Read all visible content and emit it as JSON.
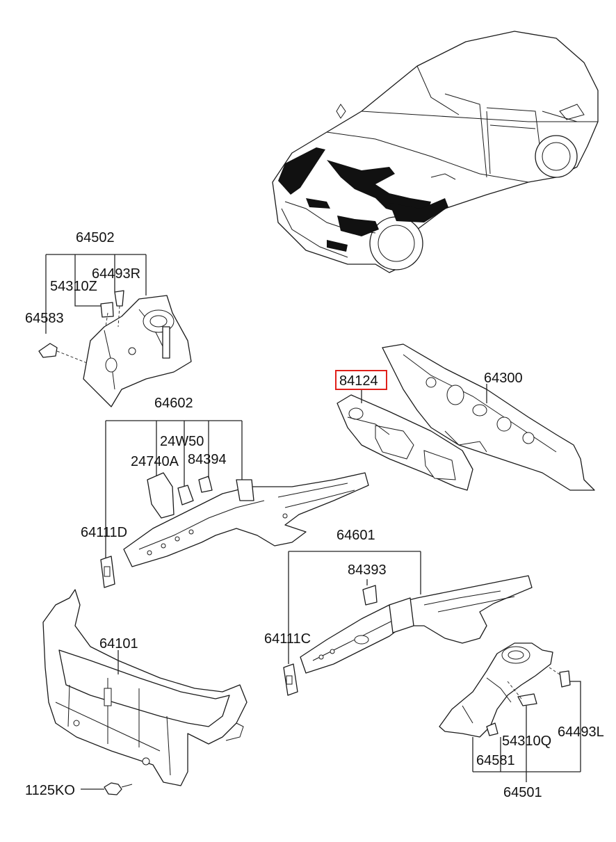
{
  "labels": {
    "p64502": "64502",
    "p54310Z": "54310Z",
    "p64493R": "64493R",
    "p64583": "64583",
    "p84124": "84124",
    "p64300": "64300",
    "p64602": "64602",
    "p24W50": "24W50",
    "p24740A": "24740A",
    "p84394": "84394",
    "p64111D": "64111D",
    "p64601": "64601",
    "p84393": "84393",
    "p64111C": "64111C",
    "p64101": "64101",
    "p54310Q": "54310Q",
    "p64493L": "64493L",
    "p64581": "64581",
    "p64501": "64501",
    "p1125KO": "1125KO"
  },
  "highlight": {
    "part": "84124",
    "color": "#e0201a"
  }
}
